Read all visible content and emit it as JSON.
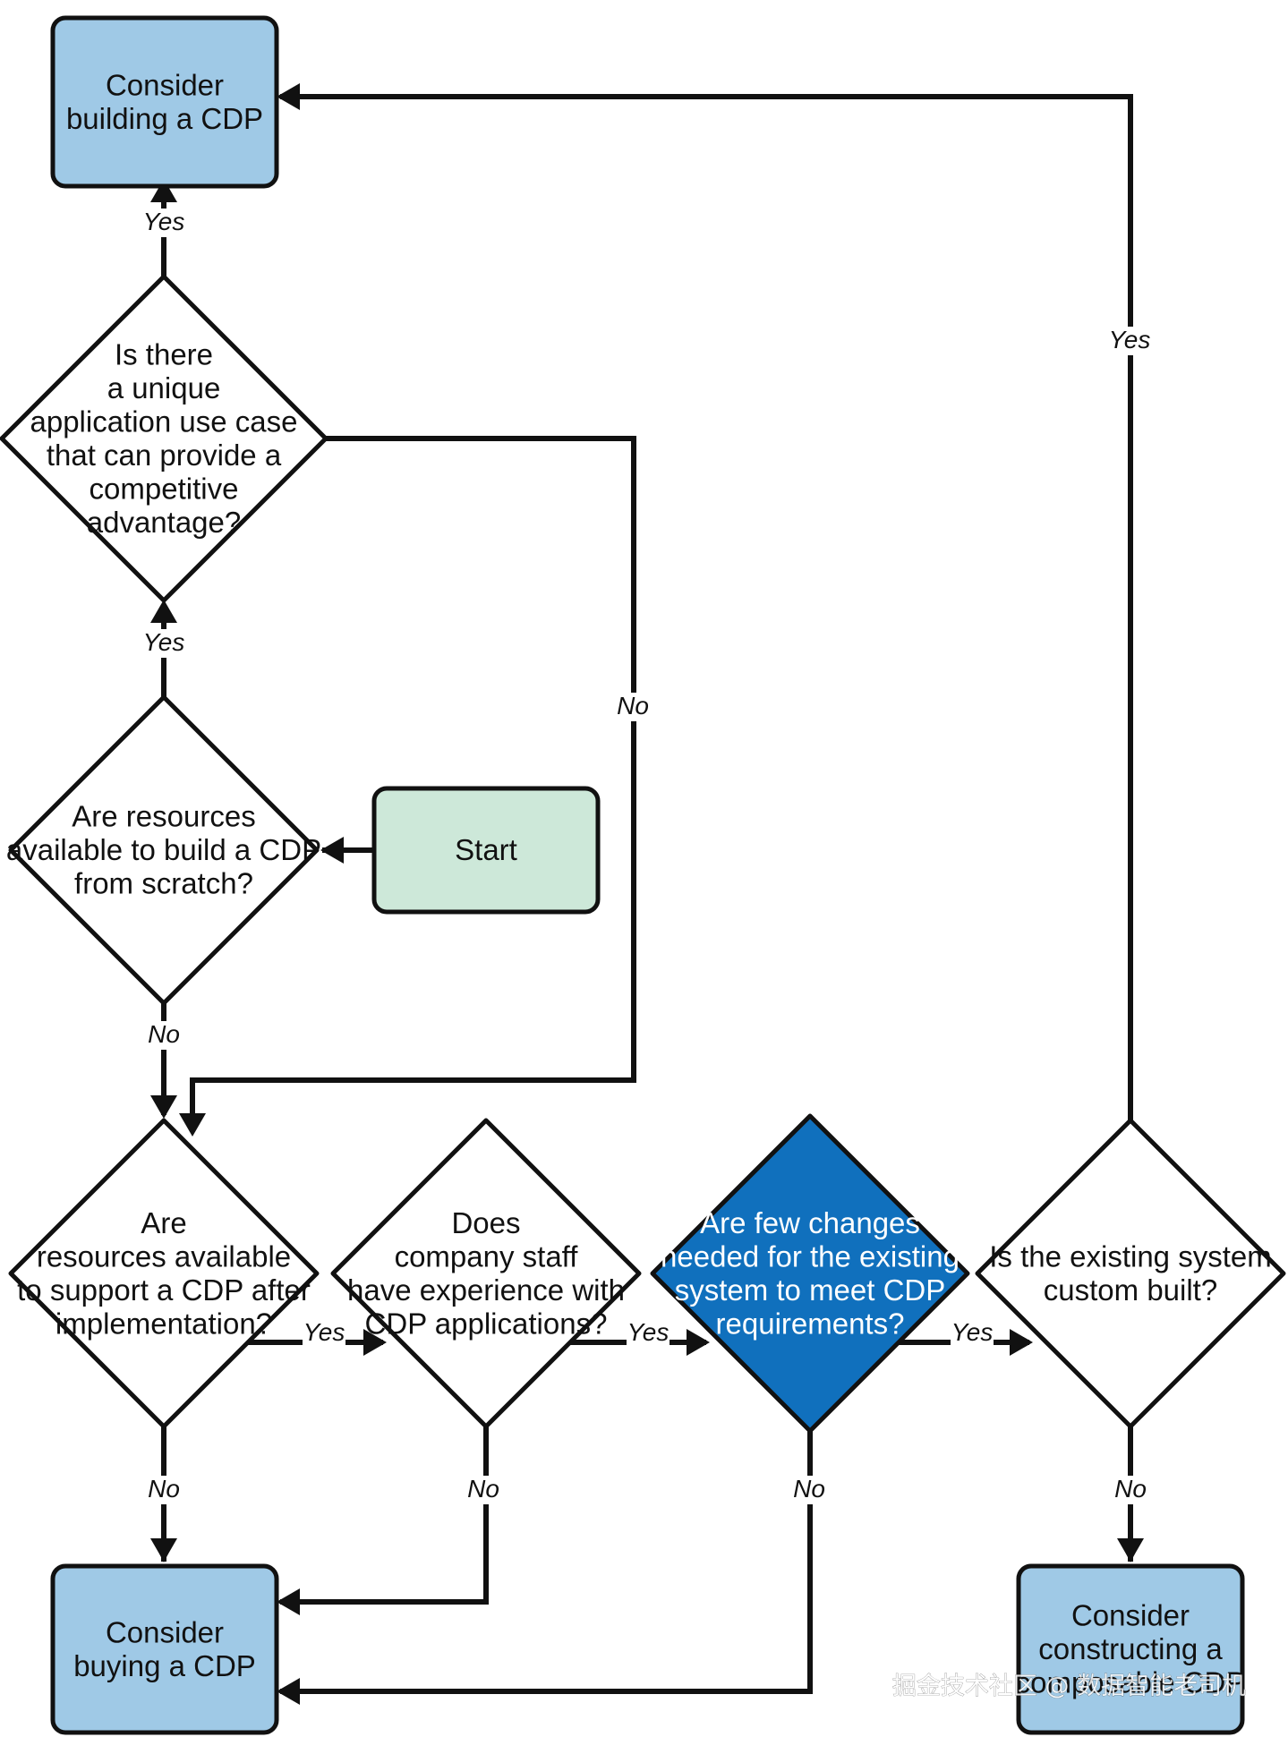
{
  "colors": {
    "outcome_fill": "#9fc9e6",
    "start_fill": "#cde8d9",
    "highlight_fill": "#1070bd",
    "decision_fill": "#ffffff",
    "stroke": "#111111"
  },
  "nodes": {
    "consider_building": {
      "lines": [
        "Consider",
        "building a CDP"
      ]
    },
    "unique_use_case": {
      "lines": [
        "Is there",
        "a unique",
        "application use case",
        "that can provide a",
        "competitive",
        "advantage?"
      ]
    },
    "resources_build": {
      "lines": [
        "Are resources",
        "available to build a CDP",
        "from scratch?"
      ]
    },
    "start": {
      "lines": [
        "Start"
      ]
    },
    "resources_support": {
      "lines": [
        "Are",
        "resources available",
        "to support a CDP after",
        "implementation?"
      ]
    },
    "staff_experience": {
      "lines": [
        "Does",
        "company staff",
        "have experience with",
        "CDP applications?"
      ]
    },
    "few_changes": {
      "lines": [
        "Are few changes",
        "needed for the existing",
        "system to meet CDP",
        "requirements?"
      ]
    },
    "custom_built": {
      "lines": [
        "Is the existing system",
        "custom built?"
      ]
    },
    "consider_buying": {
      "lines": [
        "Consider",
        "buying a CDP"
      ]
    },
    "consider_constructing": {
      "lines": [
        "Consider",
        "constructing a",
        "composable CDP"
      ]
    }
  },
  "edge_labels": {
    "yes": "Yes",
    "no": "No"
  },
  "watermark": "掘金技术社区 @ 数据智能老司机"
}
